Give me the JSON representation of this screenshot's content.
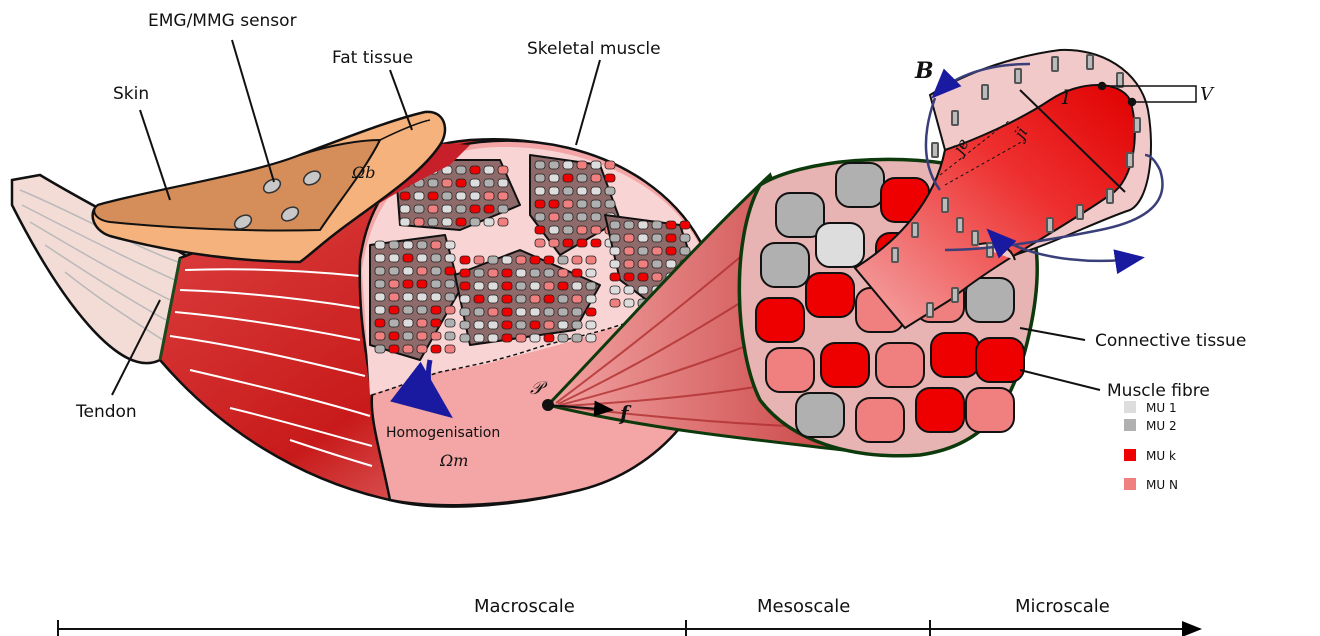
{
  "labels": {
    "emg_sensor": "EMG/MMG sensor",
    "fat_tissue": "Fat tissue",
    "skin": "Skin",
    "skeletal_muscle": "Skeletal muscle",
    "tendon": "Tendon",
    "homogenisation": "Homogenisation",
    "connective_tissue": "Connective tissue",
    "muscle_fibre": "Muscle fibre"
  },
  "math": {
    "omega_b": "Ωb",
    "omega_m": "Ωm",
    "point_p": "𝒫",
    "force_f": "f",
    "field_b": "B",
    "current_im": "I",
    "potential_eq": "V",
    "je": "je",
    "ji": "ji"
  },
  "legend": [
    {
      "label": "MU 1",
      "color": "#dddddd"
    },
    {
      "label": "MU 2",
      "color": "#b0b0b0"
    },
    {
      "label": "MU k",
      "color": "#ee0000"
    },
    {
      "label": "MU N",
      "color": "#f08080"
    }
  ],
  "scales": {
    "macro": "Macroscale",
    "meso": "Mesoscale",
    "micro": "Microscale"
  },
  "colors": {
    "muscle_red": "#d81b1b",
    "muscle_pink": "#f6a6a6",
    "fat": "#f6b27d",
    "skin": "#d58e5a",
    "tendon": "#f3d9d2",
    "connective_outline": "#0d3a0d",
    "field_arrow": "#2b2f78"
  }
}
